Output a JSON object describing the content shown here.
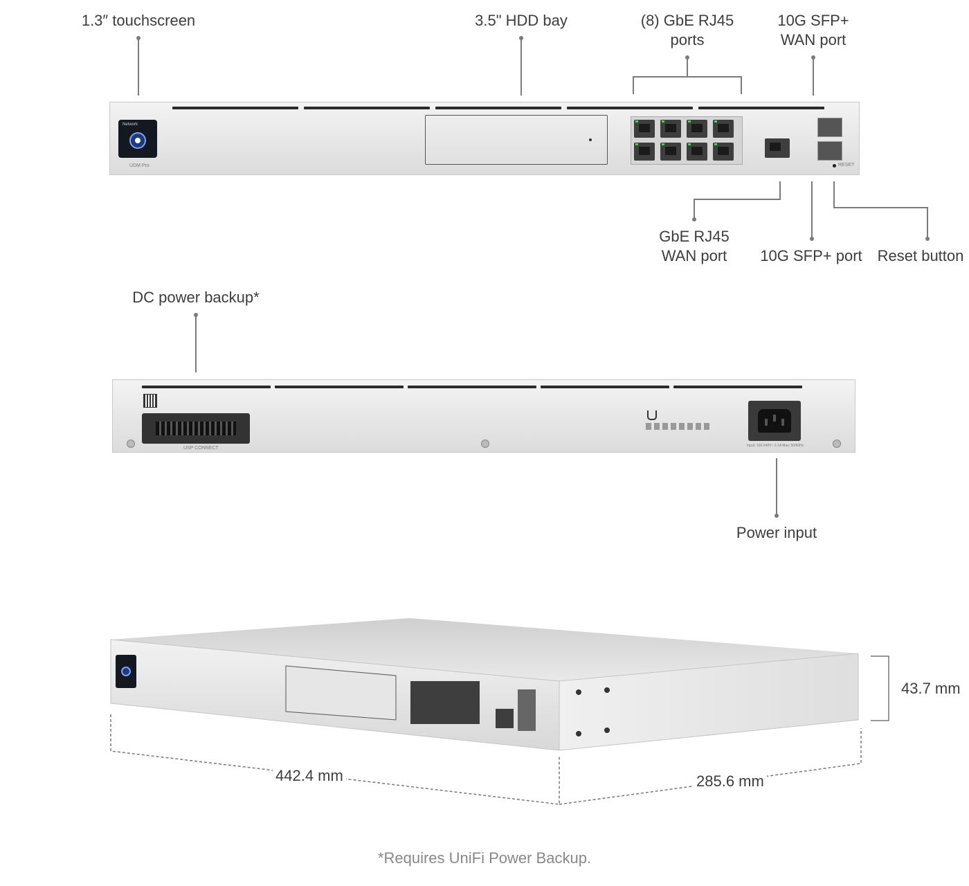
{
  "labels": {
    "touchscreen": "1.3″ touchscreen",
    "hdd_bay": "3.5\" HDD bay",
    "gbe_ports_line1": "(8) GbE RJ45",
    "gbe_ports_line2": "ports",
    "sfp_wan_line1": "10G SFP+",
    "sfp_wan_line2": "WAN port",
    "gbe_wan_line1": "GbE RJ45",
    "gbe_wan_line2": "WAN port",
    "sfp_port": "10G SFP+ port",
    "reset_button": "Reset button",
    "dc_power_backup": "DC power backup*",
    "power_input": "Power input"
  },
  "device": {
    "screen_title": "Network",
    "model": "UDM Pro",
    "reset_text": "RESET",
    "usp_connect": "USP CONNECT",
    "power_rating": "Input: 100-240V~ 2.1A Max; 50/60Hz"
  },
  "dimensions": {
    "width": "442.4 mm",
    "depth": "285.6 mm",
    "height": "43.7 mm"
  },
  "footnote": "*Requires UniFi Power Backup.",
  "colors": {
    "led_green": "#41d94a",
    "screen_blue": "#1f3a7a"
  }
}
